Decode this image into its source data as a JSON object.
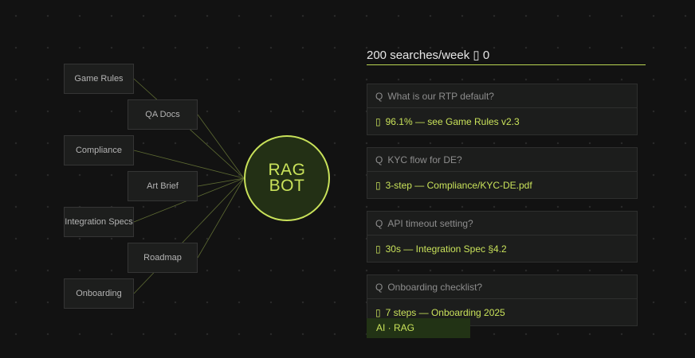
{
  "sources": [
    {
      "label": "Game Rules"
    },
    {
      "label": "QA Docs"
    },
    {
      "label": "Compliance"
    },
    {
      "label": "Art Brief"
    },
    {
      "label": "Integration Specs"
    },
    {
      "label": "Roadmap"
    },
    {
      "label": "Onboarding"
    }
  ],
  "bot": {
    "line1": "RAG",
    "line2": "BOT"
  },
  "header": {
    "searches": "200 searches/week",
    "icon": "▯",
    "count": "0"
  },
  "qa": [
    {
      "q_icon": "Q",
      "question": "What is our RTP default?",
      "a_icon": "▯",
      "answer": "96.1% — see Game Rules v2.3"
    },
    {
      "q_icon": "Q",
      "question": "KYC flow for DE?",
      "a_icon": "▯",
      "answer": "3-step — Compliance/KYC-DE.pdf"
    },
    {
      "q_icon": "Q",
      "question": "API timeout setting?",
      "a_icon": "▯",
      "answer": "30s — Integration Spec §4.2"
    },
    {
      "q_icon": "Q",
      "question": "Onboarding checklist?",
      "a_icon": "▯",
      "answer": "7 steps — Onboarding 2025"
    }
  ],
  "tag": {
    "label": "AI · RAG"
  },
  "colors": {
    "accent": "#c9e25a",
    "bot_fill": "#233015",
    "background": "#121212"
  }
}
